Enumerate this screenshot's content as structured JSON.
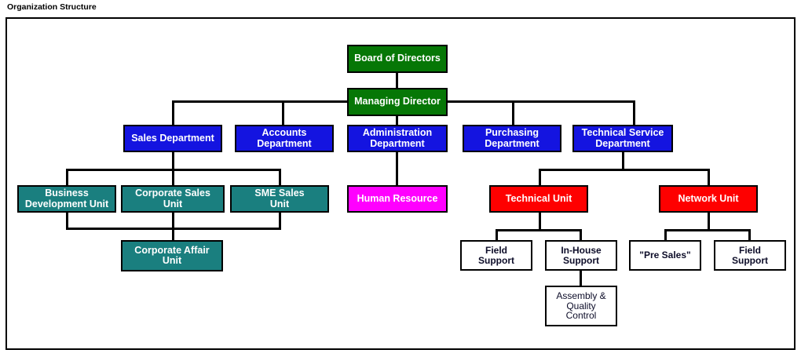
{
  "title": "Organization Structure",
  "colors": {
    "executive": "#067706",
    "department": "#1414e0",
    "unit": "#1a7f7f",
    "human_resource": "#ff00ff",
    "technical": "#fe0000",
    "leaf": "#ffffff",
    "border": "#000000",
    "connector": "#000000"
  },
  "nodes": {
    "board_of_directors": "Board of Directors",
    "managing_director": "Managing Director",
    "sales_department": "Sales Department",
    "accounts_department": "Accounts\nDepartment",
    "administration_department": "Administration\nDepartment",
    "purchasing_department": "Purchasing\nDepartment",
    "technical_service_department": "Technical Service\nDepartment",
    "business_development_unit": "Business\nDevelopment Unit",
    "corporate_sales_unit": "Corporate Sales\nUnit",
    "sme_sales_unit": "SME Sales\nUnit",
    "corporate_affair_unit": "Corporate Affair\nUnit",
    "human_resource": "Human Resource",
    "technical_unit": "Technical Unit",
    "network_unit": "Network Unit",
    "technical_field_support": "Field\nSupport",
    "in_house_support": "In-House\nSupport",
    "assembly_quality_control": "Assembly &\nQuality\nControl",
    "pre_sales": "\"Pre Sales\"",
    "network_field_support": "Field\nSupport"
  }
}
